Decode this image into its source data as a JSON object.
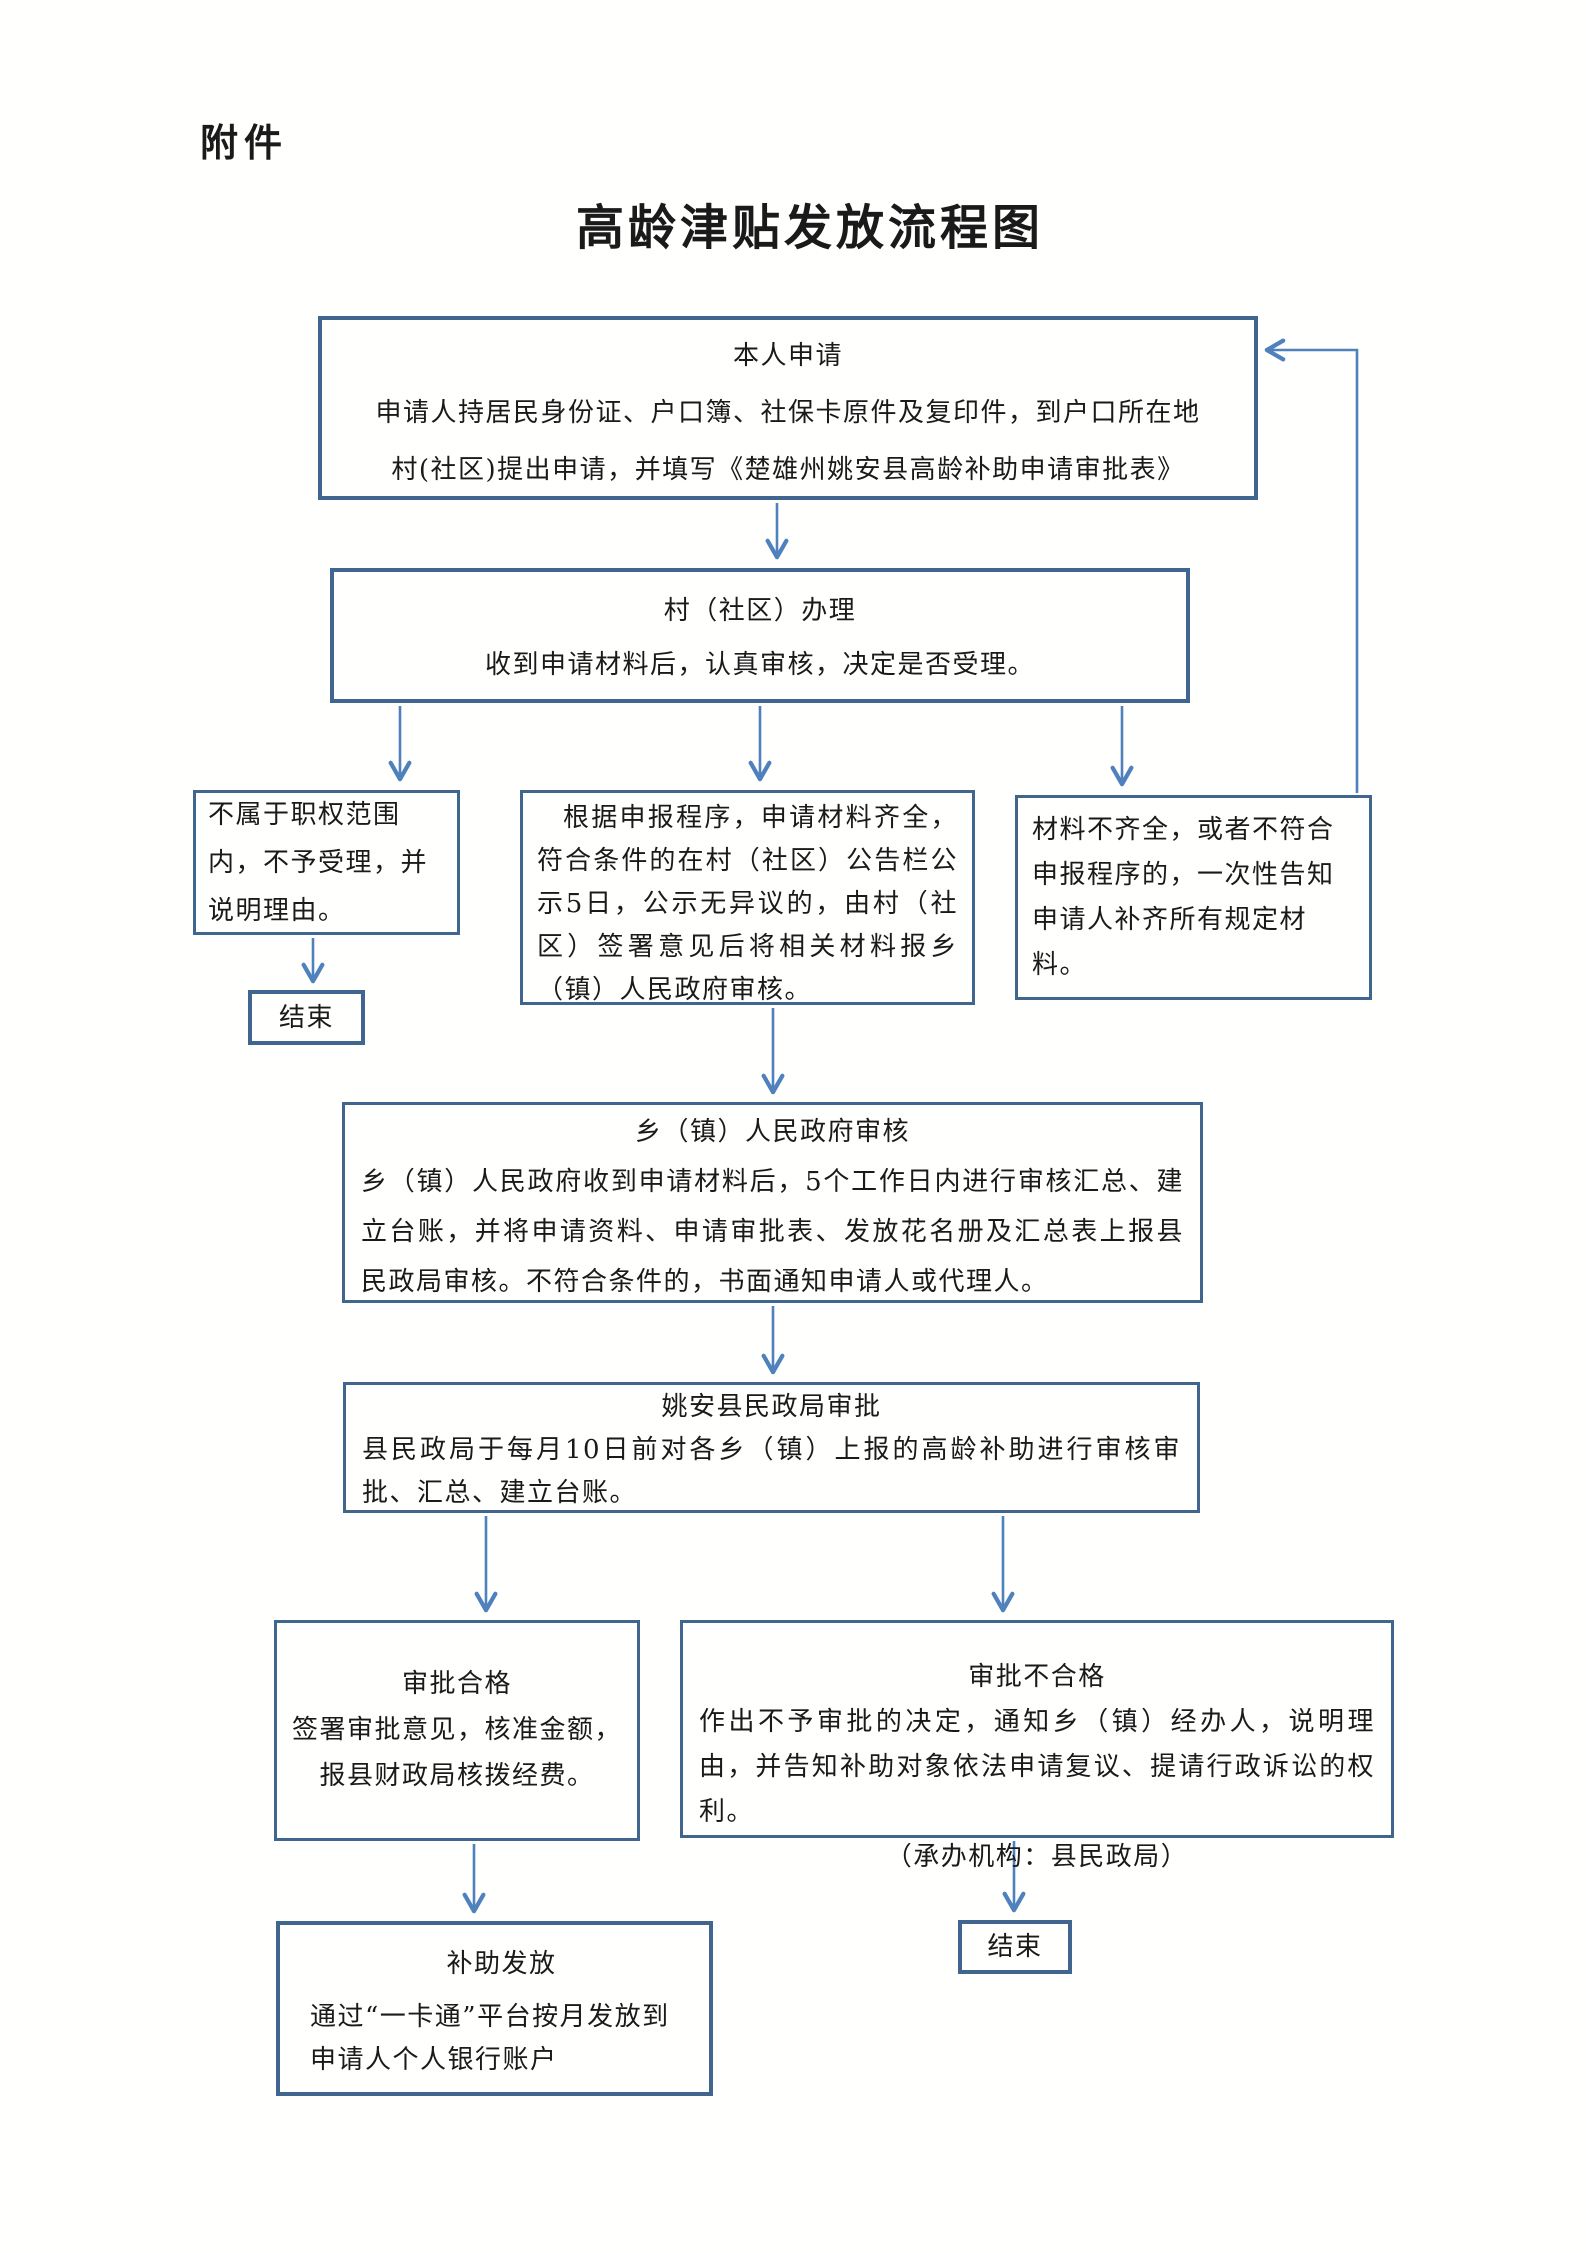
{
  "page": {
    "attachment_label": "附件",
    "title": "高龄津贴发放流程图",
    "colors": {
      "box_border": "#40658f",
      "arrow": "#4f81bd",
      "background": "#fffffe",
      "text": "#1a1a1a"
    }
  },
  "nodes": {
    "apply": {
      "title": "本人申请",
      "body_lines": [
        "申请人持居民身份证、户口簿、社保卡原件及复印件，到户口所在地",
        "村(社区)提出申请，并填写《楚雄州姚安县高龄补助申请审批表》"
      ]
    },
    "village": {
      "title": "村（社区）办理",
      "body": "收到申请材料后，认真审核，决定是否受理。"
    },
    "out_of_scope": {
      "body": "不属于职权范围内，不予受理，并说明理由。"
    },
    "end_left": {
      "label": "结束"
    },
    "publicity": {
      "body": "根据申报程序，申请材料齐全，符合条件的在村（社区）公告栏公示5日，公示无异议的，由村（社区）签署意见后将相关材料报乡（镇）人民政府审核。"
    },
    "incomplete": {
      "body": "材料不齐全，或者不符合申报程序的，一次性告知申请人补齐所有规定材料。"
    },
    "township": {
      "title": "乡（镇）人民政府审核",
      "body": "乡（镇）人民政府收到申请材料后，5个工作日内进行审核汇总、建立台账，并将申请资料、申请审批表、发放花名册及汇总表上报县民政局审核。不符合条件的，书面通知申请人或代理人。"
    },
    "county": {
      "title": "姚安县民政局审批",
      "body": "县民政局于每月10日前对各乡（镇）上报的高龄补助进行审核审批、汇总、建立台账。"
    },
    "approved": {
      "title": "审批合格",
      "body_lines": [
        "签署审批意见，核准金额，",
        "报县财政局核拨经费。"
      ]
    },
    "not_approved": {
      "title": "审批不合格",
      "body": "作出不予审批的决定，通知乡（镇）经办人，说明理由，并告知补助对象依法申请复议、提请行政诉讼的权利。",
      "org": "（承办机构：县民政局）"
    },
    "payment": {
      "title": "补助发放",
      "body_lines": [
        "通过“一卡通”平台按月发放到",
        "申请人个人银行账户"
      ]
    },
    "end_right": {
      "label": "结束"
    }
  }
}
